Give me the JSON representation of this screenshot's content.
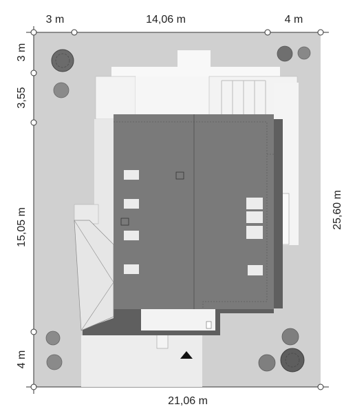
{
  "dimensions": {
    "top_left": "3 m",
    "top_center": "14,06 m",
    "top_right": "4 m",
    "left_top": "3 m",
    "left_upper": "3,55",
    "left_middle": "15,05 m",
    "left_bottom": "4 m",
    "right": "25,60 m",
    "bottom": "21,06 m"
  },
  "colors": {
    "lot": "#d0d0d0",
    "roof": "#7a7a7a",
    "roof_shadow": "#5f5f5f",
    "pavement": "#ededed",
    "terrace": "#f7f7f7",
    "tree": "#6f6f6f"
  },
  "icons": {
    "entrance": "entrance-arrow-icon",
    "tree": "tree-icon",
    "marker": "dimension-marker-icon"
  }
}
